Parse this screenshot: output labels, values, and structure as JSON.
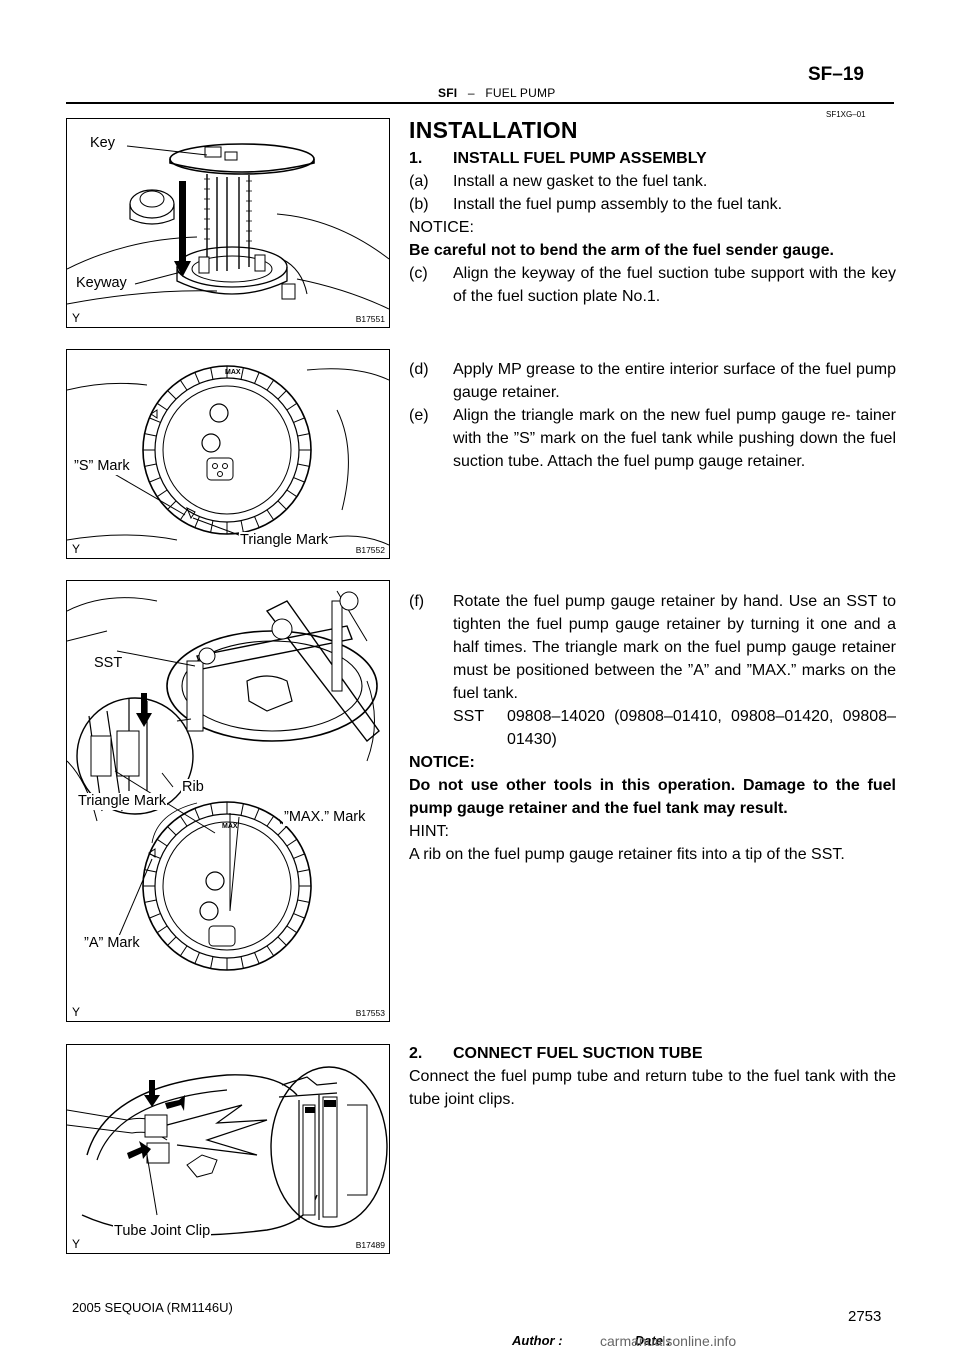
{
  "header": {
    "section": "SFI",
    "dash": "–",
    "title": "FUEL PUMP",
    "page_code": "SF–19",
    "doc_id": "SF1XG–01"
  },
  "figures": [
    {
      "code": "B17551",
      "y": "Y",
      "labels": [
        "Key",
        "Keyway"
      ]
    },
    {
      "code": "B17552",
      "y": "Y",
      "labels": [
        "”S” Mark",
        "Triangle Mark"
      ]
    },
    {
      "code": "B17553",
      "y": "Y",
      "labels": [
        "SST",
        "Rib",
        "Triangle Mark",
        "”MAX.” Mark",
        "”A” Mark"
      ],
      "ring_mark": "MAX"
    },
    {
      "code": "B17489",
      "y": "Y",
      "labels": [
        "Tube Joint Clip"
      ]
    }
  ],
  "ring_mark": "MAX",
  "content": {
    "heading": "INSTALLATION",
    "step1": {
      "title": "1.\tINSTALL FUEL PUMP ASSEMBLY",
      "num": "1.",
      "text": "INSTALL FUEL PUMP ASSEMBLY",
      "a": {
        "lbl": "(a)",
        "text": "Install a new gasket to the fuel tank."
      },
      "b": {
        "lbl": "(b)",
        "text": "Install the fuel pump assembly to the fuel tank."
      },
      "notice1_label": "NOTICE:",
      "notice1_text": "Be careful not to bend the arm of the fuel sender gauge.",
      "c": {
        "lbl": "(c)",
        "text": "Align the keyway of the fuel suction tube support with the key of the fuel suction plate No.1."
      },
      "d": {
        "lbl": "(d)",
        "text": "Apply MP grease to the entire interior surface of the fuel pump gauge retainer."
      },
      "e": {
        "lbl": "(e)",
        "text": "Align the triangle mark on the new fuel pump gauge re- tainer with the ”S” mark on the fuel tank while pushing down the fuel suction tube. Attach the fuel pump gauge retainer."
      },
      "f": {
        "lbl": "(f)",
        "text": "Rotate the fuel pump gauge retainer by hand. Use an SST to tighten the fuel pump gauge retainer by turning it one and a half times. The triangle mark on the fuel pump gauge retainer must be positioned between the ”A” and ”MAX.” marks on the fuel tank."
      },
      "sst_label": "SST",
      "sst_value": "09808–14020 (09808–01410, 09808–01420, 09808–01430)",
      "notice2_label": "NOTICE:",
      "notice2_text": "Do not use other tools in this operation. Damage to the fuel pump gauge retainer and the fuel tank may result.",
      "hint_label": "HINT:",
      "hint_text": "A rib on the fuel pump gauge retainer fits into a tip of the SST."
    },
    "step2": {
      "num": "2.",
      "text": "CONNECT FUEL SUCTION TUBE",
      "body": "Connect the fuel pump tube and return tube to the fuel tank with the tube joint clips."
    }
  },
  "footer": {
    "model": "2005 SEQUOIA   (RM1146U)",
    "author": "Author :                    Date :",
    "page": "2753",
    "watermark": "carmanualsonline.info"
  }
}
